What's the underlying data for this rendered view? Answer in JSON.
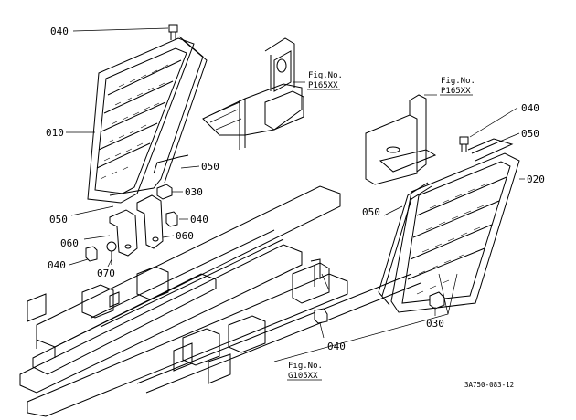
{
  "callouts": {
    "c040a": "040",
    "c010": "010",
    "c050a": "050",
    "c030a": "030",
    "c050b": "050",
    "c040b": "040",
    "c060a": "060",
    "c060b": "060",
    "c040c": "040",
    "c070": "070",
    "c040d": "040",
    "c050c": "050",
    "c020": "020",
    "c050d": "050",
    "c030b": "030",
    "c040e": "040"
  },
  "figure_refs": {
    "fig1_line1": "Fig.No.",
    "fig1_line2": "P165XX",
    "fig2_line1": "Fig.No.",
    "fig2_line2": "P165XX",
    "fig3_line1": "Fig.No.",
    "fig3_line2": "G105XX"
  },
  "drawing_code": "3A750-083-12"
}
